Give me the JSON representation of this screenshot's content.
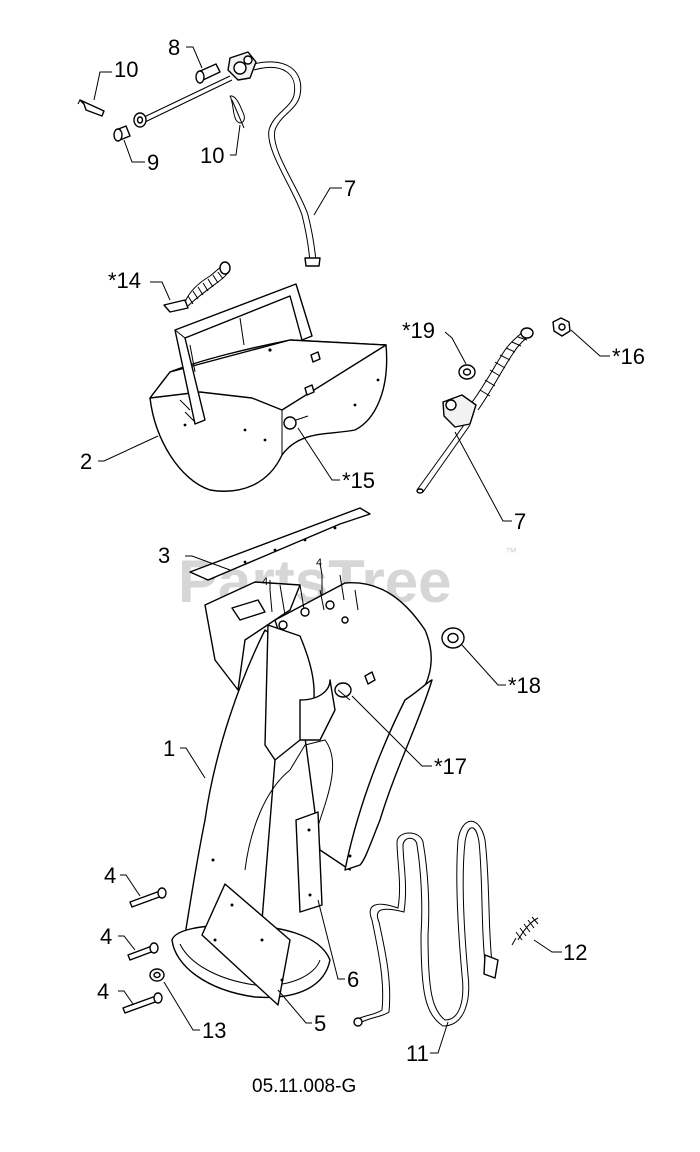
{
  "watermark": {
    "text": "PartsTree",
    "trademark": "™"
  },
  "drawing_code": "05.11.008-G",
  "callouts": [
    {
      "id": "c-10a",
      "label": "10"
    },
    {
      "id": "c-8",
      "label": "8"
    },
    {
      "id": "c-9",
      "label": "9"
    },
    {
      "id": "c-10b",
      "label": "10"
    },
    {
      "id": "c-7a",
      "label": "7"
    },
    {
      "id": "c-14",
      "label": "*14"
    },
    {
      "id": "c-19",
      "label": "*19"
    },
    {
      "id": "c-16",
      "label": "*16"
    },
    {
      "id": "c-2",
      "label": "2"
    },
    {
      "id": "c-15",
      "label": "*15"
    },
    {
      "id": "c-7b",
      "label": "7"
    },
    {
      "id": "c-3",
      "label": "3"
    },
    {
      "id": "c-4-small-a",
      "label": "4"
    },
    {
      "id": "c-4-small-b",
      "label": "4"
    },
    {
      "id": "c-18",
      "label": "*18"
    },
    {
      "id": "c-1",
      "label": "1"
    },
    {
      "id": "c-17",
      "label": "*17"
    },
    {
      "id": "c-4a",
      "label": "4"
    },
    {
      "id": "c-4b",
      "label": "4"
    },
    {
      "id": "c-4c",
      "label": "4"
    },
    {
      "id": "c-12",
      "label": "12"
    },
    {
      "id": "c-6",
      "label": "6"
    },
    {
      "id": "c-13",
      "label": "13"
    },
    {
      "id": "c-5",
      "label": "5"
    },
    {
      "id": "c-11",
      "label": "11"
    }
  ]
}
